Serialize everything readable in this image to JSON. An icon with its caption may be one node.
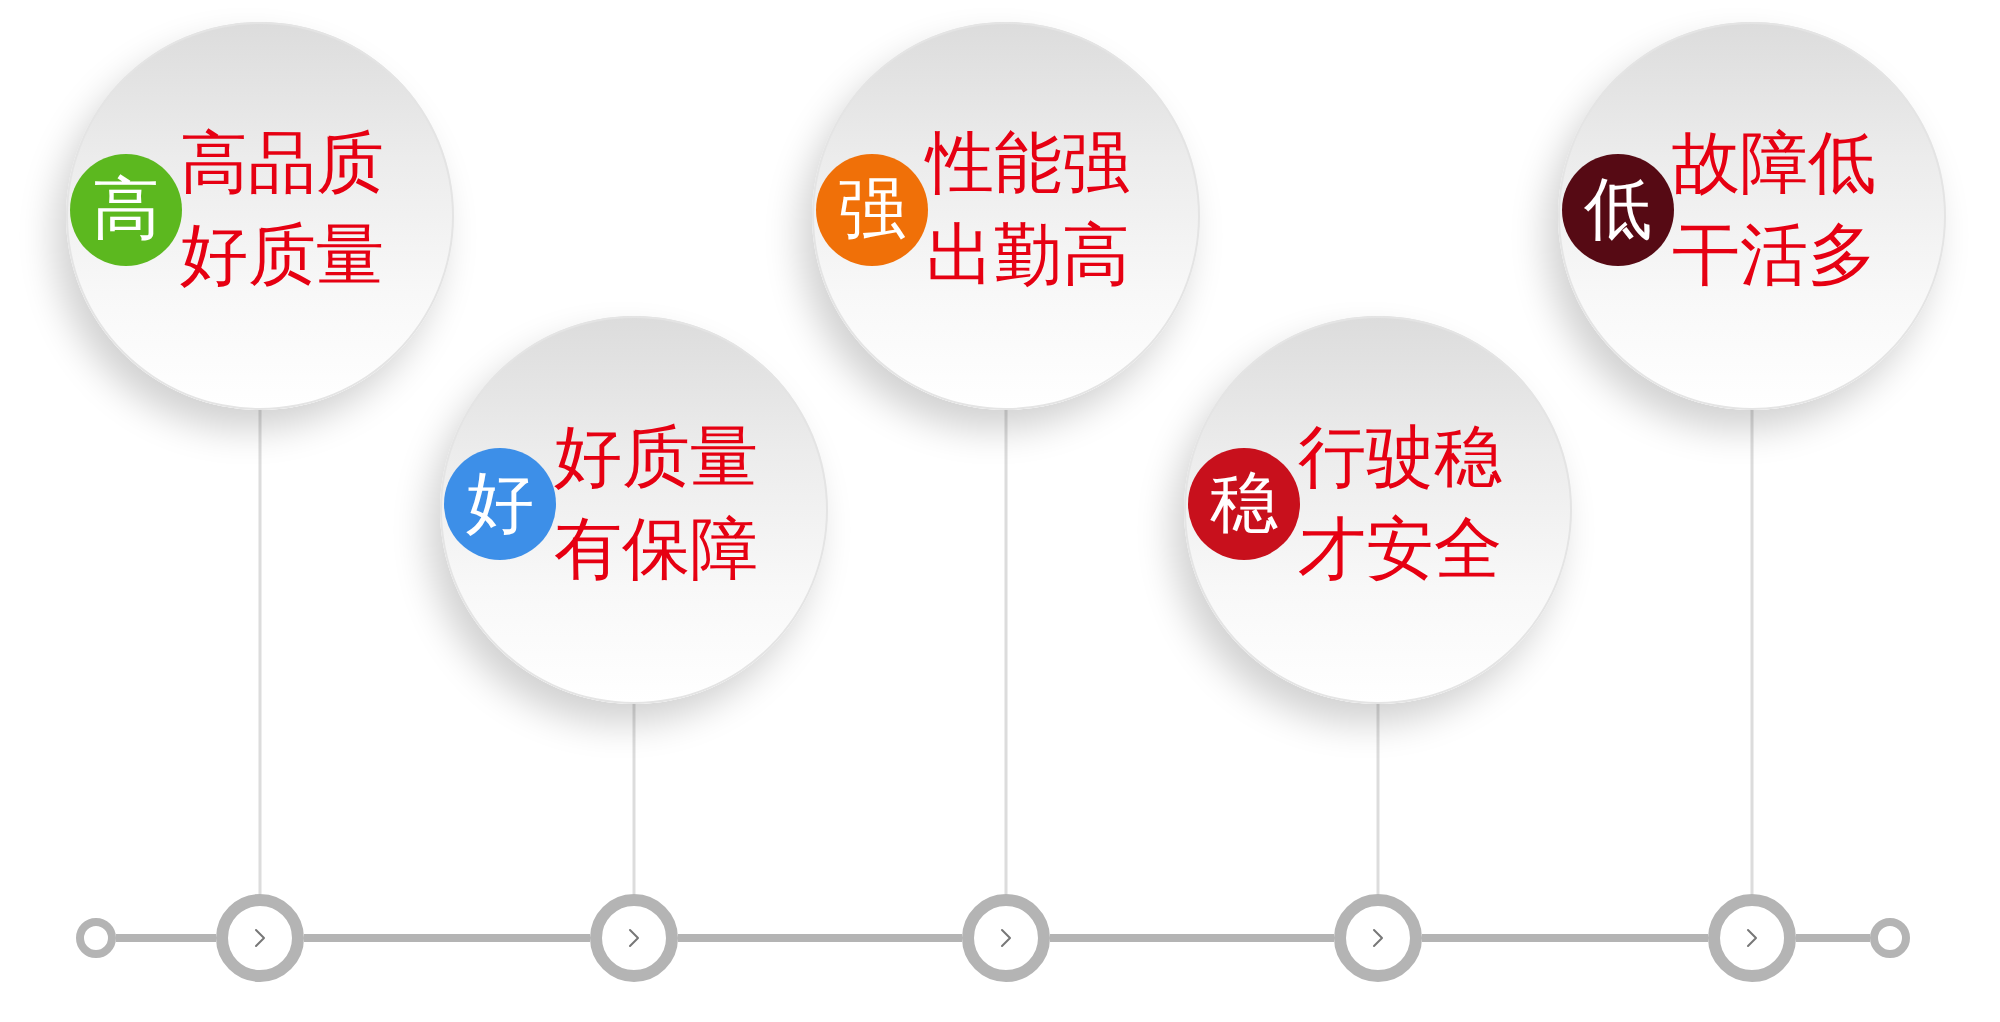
{
  "diagram": {
    "nodes": [
      {
        "text": [
          "高品质好质量"
        ]
      },
      {
        "text": [
          "高"
        ],
        "in": 0
      },
      {
        "text": [
          "好质量有保障"
        ]
      },
      {
        "text": [
          "好"
        ],
        "in": 2
      },
      {
        "text": [
          "性能强出勤高"
        ]
      },
      {
        "text": [
          "强"
        ],
        "in": 4
      },
      {
        "text": [
          "行驶稳才安全"
        ]
      },
      {
        "text": [
          "稳"
        ],
        "in": 6
      },
      {
        "text": [
          "故障低干活多"
        ]
      },
      {
        "text": [
          "低"
        ],
        "in": 8
      },
      {
        "text": [],
        "shape": "circle"
      },
      {
        "text": [],
        "shape": "circle"
      },
      {
        "text": [],
        "shape": "circle"
      },
      {
        "text": [],
        "shape": "circle"
      },
      {
        "text": [],
        "shape": "circle"
      },
      {
        "text": [],
        "shape": "circle"
      },
      {
        "text": [],
        "shape": "circle"
      }
    ],
    "edges": [
      {
        "from": 0,
        "to": 11,
        "arrow": "none",
        "color": "#dcdcdc"
      },
      {
        "from": 2,
        "to": 12,
        "arrow": "none",
        "color": "#dcdcdc"
      },
      {
        "from": 4,
        "to": 13,
        "arrow": "none",
        "color": "#dcdcdc"
      },
      {
        "from": 6,
        "to": 14,
        "arrow": "none",
        "color": "#dcdcdc"
      },
      {
        "from": 8,
        "to": 15,
        "arrow": "none",
        "color": "#dcdcdc"
      },
      {
        "from": 10,
        "to": 11,
        "arrow": "none"
      },
      {
        "from": 11,
        "to": 12,
        "arrow": "none"
      },
      {
        "from": 12,
        "to": 13,
        "arrow": "none"
      },
      {
        "from": 13,
        "to": 14,
        "arrow": "none"
      },
      {
        "from": 14,
        "to": 15,
        "arrow": "none"
      },
      {
        "from": 15,
        "to": 16,
        "arrow": "none"
      }
    ]
  }
}
